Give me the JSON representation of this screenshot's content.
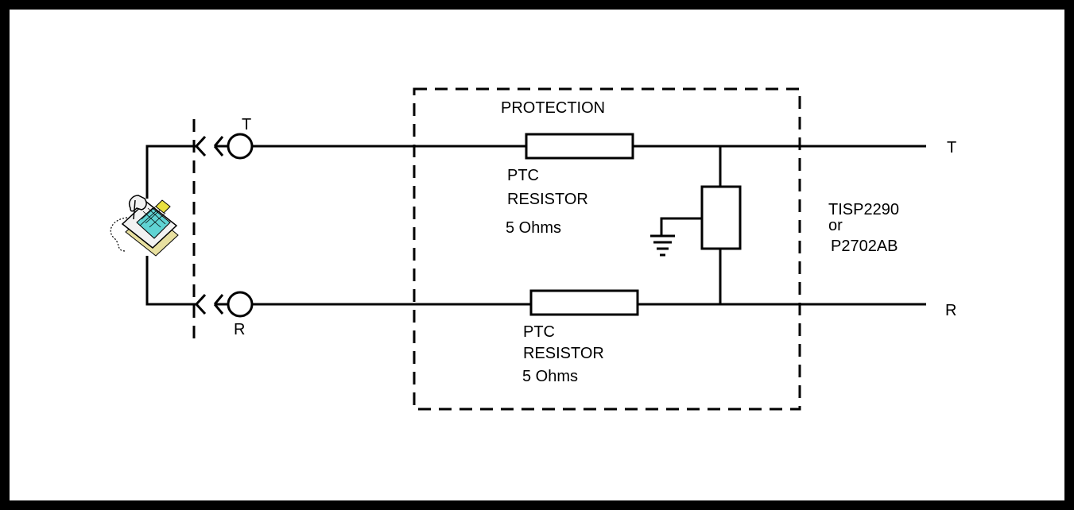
{
  "diagram": {
    "box_label": "PROTECTION",
    "plug_labels": {
      "tip": "T",
      "ring": "R"
    },
    "line_labels": {
      "tip": "T",
      "ring": "R"
    },
    "resistor_top": {
      "line1": "PTC",
      "line2": "RESISTOR",
      "line3": "5 Ohms"
    },
    "resistor_bottom": {
      "line1": "PTC",
      "line2": "RESISTOR",
      "line3": "5 Ohms"
    },
    "protector": {
      "line1": "TISP2290",
      "line2": "or",
      "line3": "P2702AB"
    }
  },
  "colors": {
    "frame": "#000000",
    "background": "#ffffff",
    "phone_body": "#f2f2f2",
    "phone_keypad": "#5fd3d3",
    "phone_display": "#e8e040"
  },
  "icons": [
    "telephone-icon",
    "ground-icon",
    "plug-connector-icon"
  ]
}
